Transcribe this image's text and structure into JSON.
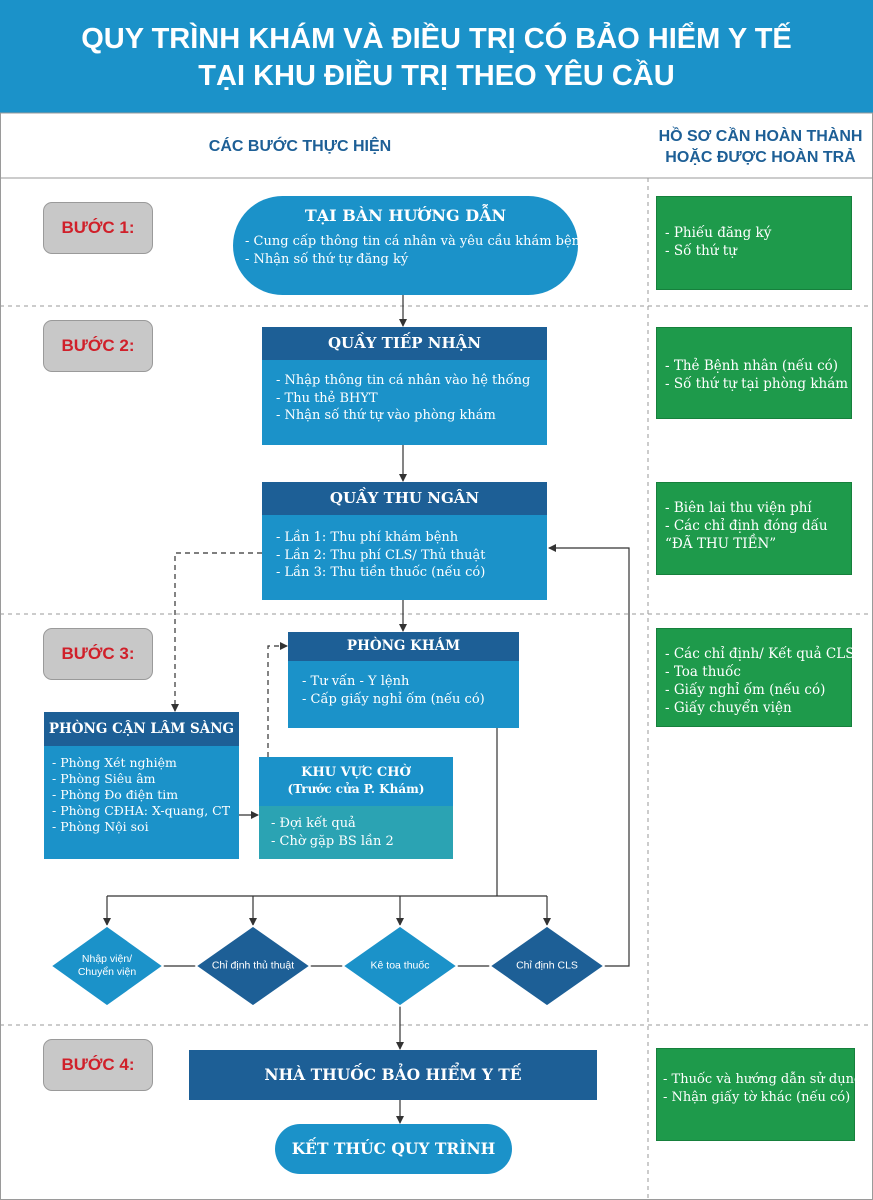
{
  "header": {
    "line1": "QUY TRÌNH KHÁM VÀ ĐIỀU TRỊ CÓ BẢO HIỂM Y TẾ",
    "line2": "TẠI KHU ĐIỀU TRỊ THEO YÊU CẦU"
  },
  "columns": {
    "steps": "CÁC BƯỚC THỰC HIỆN",
    "docs_line1": "HỒ SƠ CẦN HOÀN THÀNH",
    "docs_line2": "HOẶC ĐƯỢC HOÀN TRẢ"
  },
  "steps": [
    "BƯỚC 1:",
    "BƯỚC 2:",
    "BƯỚC 3:",
    "BƯỚC 4:"
  ],
  "boxes": {
    "guide": {
      "title": "TẠI BÀN HƯỚNG DẪN",
      "items": [
        "- Cung cấp thông tin cá nhân và yêu cầu khám bệnh",
        "- Nhận số thứ tự đăng ký"
      ]
    },
    "reception": {
      "title": "QUẦY TIẾP NHẬN",
      "items": [
        "- Nhập thông tin cá nhân vào hệ thống",
        "- Thu thẻ BHYT",
        "- Nhận số thứ tự vào phòng khám"
      ]
    },
    "cashier": {
      "title": "QUẦY THU NGÂN",
      "items": [
        "- Lần 1: Thu phí khám bệnh",
        "- Lần 2: Thu phí CLS/ Thủ thuật",
        "- Lần 3: Thu tiền thuốc (nếu có)"
      ]
    },
    "exam": {
      "title": "PHÒNG KHÁM",
      "items": [
        "- Tư vấn - Y lệnh",
        "- Cấp giấy nghỉ ốm (nếu có)"
      ]
    },
    "paraclinic": {
      "title": "PHÒNG CẬN LÂM SÀNG",
      "items": [
        "- Phòng Xét nghiệm",
        "- Phòng Siêu âm",
        "- Phòng Đo điện tim",
        "- Phòng CĐHA: X-quang, CT",
        "- Phòng Nội soi"
      ]
    },
    "waiting": {
      "title": "KHU VỰC CHỜ",
      "subtitle": "(Trước cửa P. Khám)",
      "items": [
        "- Đợi kết quả",
        "- Chờ gặp BS lần 2"
      ]
    },
    "pharmacy": {
      "title": "NHÀ THUỐC BẢO HIỂM Y TẾ"
    },
    "end": {
      "title": "KẾT THÚC QUY TRÌNH"
    }
  },
  "decisions": {
    "d1_line1": "Nhập viện/",
    "d1_line2": "Chuyển viện",
    "d2": "Chỉ định thủ thuật",
    "d3": "Kê toa thuốc",
    "d4": "Chỉ định CLS"
  },
  "docs": {
    "step1": [
      "- Phiếu đăng ký",
      "- Số thứ tự"
    ],
    "step2": [
      "- Thẻ Bệnh nhân (nếu có)",
      "- Số thứ tự tại phòng khám"
    ],
    "cashier": [
      "- Biên lai thu viện phí",
      "- Các chỉ định đóng dấu",
      "“ĐÃ THU TIỀN”"
    ],
    "step3": [
      "- Các chỉ định/ Kết quả CLS",
      "- Toa thuốc",
      "- Giấy nghỉ ốm (nếu có)",
      "- Giấy chuyển viện"
    ],
    "step4": [
      "- Thuốc và hướng dẫn sử dụng",
      "- Nhận giấy tờ khác (nếu có)"
    ]
  },
  "colors": {
    "header": "#1b92c9",
    "box": "#1b92c9",
    "box_title": "#1d5f96",
    "teal": "#2ba3b3",
    "green": "#1e9a4b",
    "step_text": "#d0202a"
  }
}
